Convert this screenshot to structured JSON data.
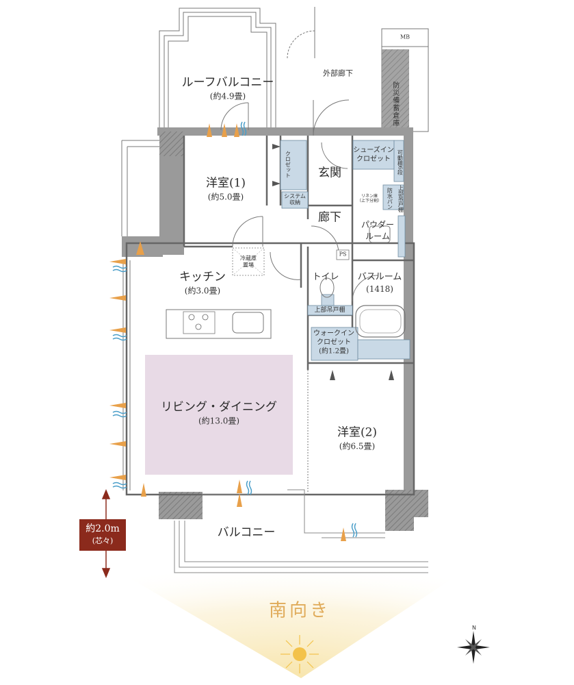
{
  "rooms": {
    "roof_balcony": {
      "name": "ルーフバルコニー",
      "size": "(約4.9畳)"
    },
    "western_room_1": {
      "name": "洋室(1)",
      "size": "(約5.0畳)"
    },
    "closet": "クロゼット",
    "system_storage": "システム\n収納",
    "entrance": "玄関",
    "shoes_in_closet": "シューズイン\nクロゼット",
    "movable_shelf": "可動棚6段",
    "linen_shelf": "リネン庫\n（上下分割）",
    "upper_storage_1": "上部吊戸棚",
    "waterproof_pan": "防水パン",
    "corridor": "廊下",
    "powder_room": "パウダー\nルーム",
    "fridge_space": "冷蔵庫\n置場",
    "ps": "PS",
    "kitchen": {
      "name": "キッチン",
      "size": "(約3.0畳)"
    },
    "toilet": "トイレ",
    "bathroom": {
      "name": "バスルーム",
      "size": "(1418)"
    },
    "upper_cabinet": "上部吊戸棚",
    "walk_in_closet": {
      "name": "ウォークイン\nクロゼット",
      "size": "(約1.2畳)"
    },
    "living_dining": {
      "name": "リビング・ダイニング",
      "size": "(約13.0畳)"
    },
    "western_room_2": {
      "name": "洋室(2)",
      "size": "(約6.5畳)"
    },
    "balcony": "バルコニー",
    "mb": "MB",
    "outer_corridor": "外部廊下",
    "disaster_storage": "防災備蓄倉庫"
  },
  "height_badge": {
    "line1": "約2.0m",
    "line2": "(芯々)"
  },
  "orientation": "南向き",
  "compass_label": "N",
  "colors": {
    "living_highlight": "#e8dae6",
    "storage_blue": "#c9d9e6",
    "wall_gray": "#8f8f8f",
    "badge": "#8b2a1c",
    "orientation_text": "#e0ab5a",
    "window_orange": "#e8a04a",
    "window_blue": "#4a9ec9"
  }
}
